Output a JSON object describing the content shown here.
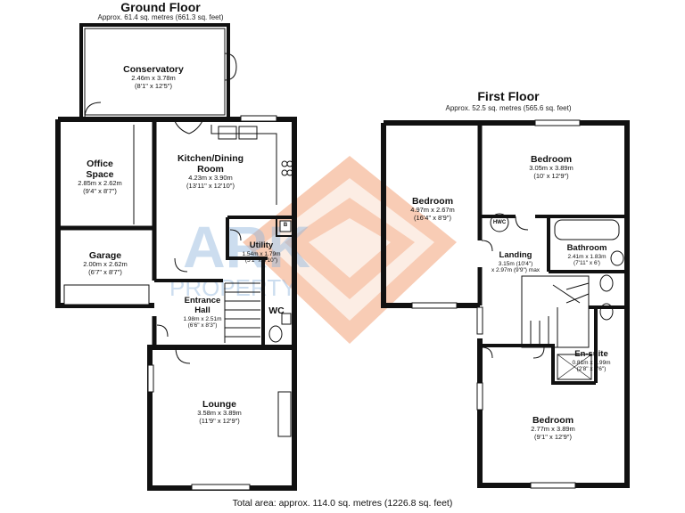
{
  "ground_floor": {
    "title": "Ground Floor",
    "area": "Approx. 61.4 sq. metres (661.3 sq. feet)",
    "rooms": [
      {
        "name": "Conservatory",
        "metric": "2.46m x 3.78m",
        "imperial": "(8'1\" x 12'5\")"
      },
      {
        "name": "Office",
        "name2": "Space",
        "metric": "2.85m x 2.62m",
        "imperial": "(9'4\" x 8'7\")"
      },
      {
        "name": "Kitchen/Dining",
        "name2": "Room",
        "metric": "4.23m x 3.90m",
        "imperial": "(13'11\" x 12'10\")"
      },
      {
        "name": "Garage",
        "metric": "2.00m x 2.62m",
        "imperial": "(6'7\" x 8'7\")"
      },
      {
        "name": "Utility",
        "metric": "1.54m x 1.79m",
        "imperial": "(5'1\" x 5'10\")"
      },
      {
        "name": "Entrance",
        "name2": "Hall",
        "metric": "1.98m x 2.51m",
        "imperial": "(6'6\" x 8'3\")"
      },
      {
        "name": "WC"
      },
      {
        "name": "Lounge",
        "metric": "3.58m x 3.89m",
        "imperial": "(11'9\" x 12'9\")"
      }
    ],
    "badge": "B"
  },
  "first_floor": {
    "title": "First Floor",
    "area": "Approx. 52.5 sq. metres (565.6 sq. feet)",
    "rooms": [
      {
        "name": "Bedroom",
        "metric": "3.05m x 3.89m",
        "imperial": "(10' x 12'9\")"
      },
      {
        "name": "Bedroom",
        "metric": "4.97m x 2.67m",
        "imperial": "(16'4\" x 8'9\")"
      },
      {
        "name": "Bathroom",
        "metric": "2.41m x 1.83m",
        "imperial": "(7'11\" x 6')"
      },
      {
        "name": "Landing",
        "metric": "3.15m (10'4\")",
        "imperial": "x 2.97m (9'9\") max"
      },
      {
        "name": "En-suite",
        "metric": "0.81m x 1.99m",
        "imperial": "(2'8\" x 6'6\")"
      },
      {
        "name": "Bedroom",
        "metric": "2.77m x 3.89m",
        "imperial": "(9'1\" x 12'9\")"
      }
    ],
    "badge": "HWC"
  },
  "total": "Total area: approx. 114.0 sq. metres (1226.8 sq. feet)",
  "watermark": "ARK PROPERTY",
  "colors": {
    "wall": "#111111",
    "watermark_blue": "#8fb5dc",
    "watermark_orange": "#f3a37a"
  }
}
